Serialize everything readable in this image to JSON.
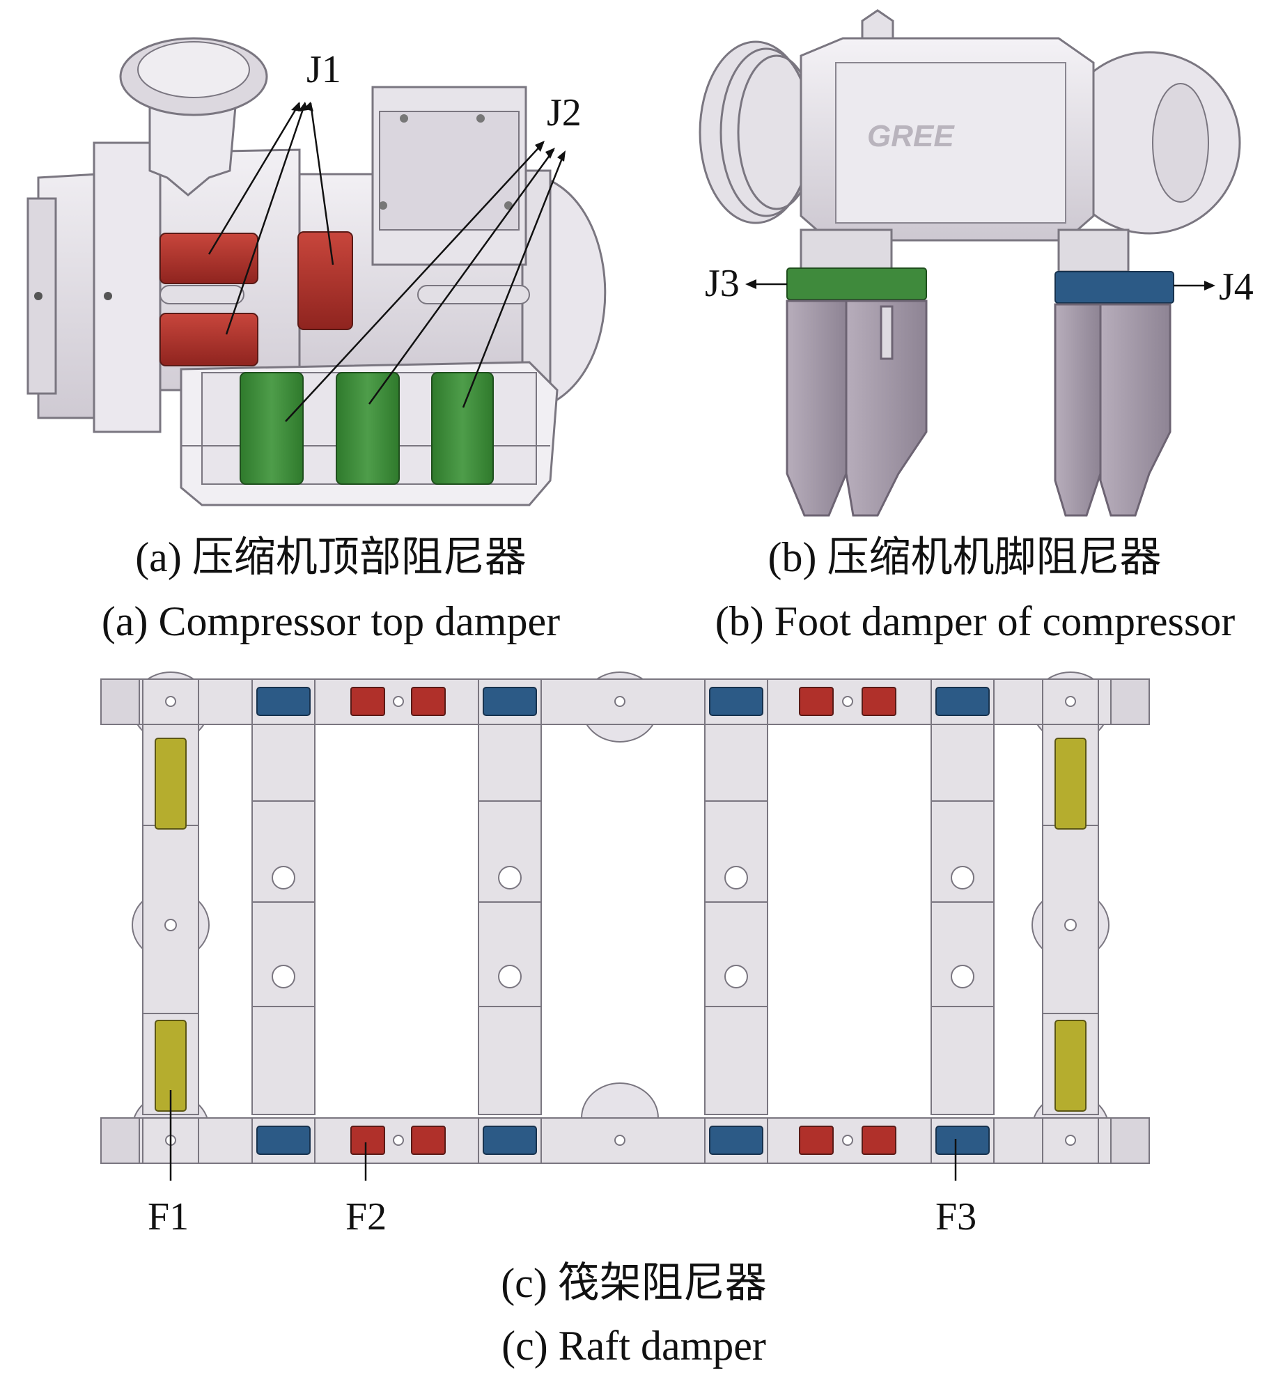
{
  "panels": {
    "a": {
      "caption_zh": "(a)  压缩机顶部阻尼器",
      "caption_en": "(a)  Compressor top damper",
      "labels": {
        "j1": "J1",
        "j2": "J2"
      }
    },
    "b": {
      "caption_zh": "(b)  压缩机机脚阻尼器",
      "caption_en": "(b)  Foot damper of compressor",
      "logo_text": "GREE",
      "labels": {
        "j3": "J3",
        "j4": "J4"
      }
    },
    "c": {
      "caption_zh": "(c)  筏架阻尼器",
      "caption_en": "(c)  Raft damper",
      "labels": {
        "f1": "F1",
        "f2": "F2",
        "f3": "F3"
      }
    }
  },
  "colors": {
    "body": "#e4e1e6",
    "body_shade": "#c9c4cc",
    "outline": "#7a7680",
    "red_damper": "#b0302a",
    "green_damper": "#3f8a3c",
    "blue_damper": "#2c5a86",
    "yellow_damper": "#b5ad2e",
    "leg": "#a59ba9"
  }
}
